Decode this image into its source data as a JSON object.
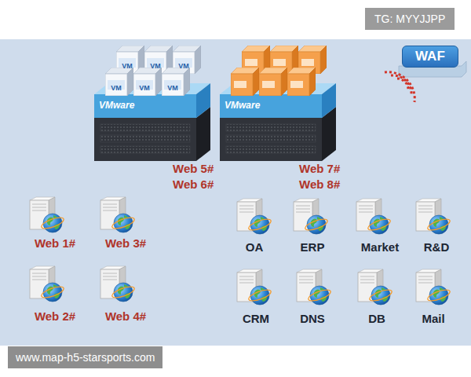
{
  "diagram": {
    "nodes": [
      {
        "text": [
          "TG: MYYJJPP"
        ]
      },
      {
        "text": [
          "WAF"
        ]
      },
      {
        "text": [
          "VMware"
        ]
      },
      {
        "text": [
          "VMware"
        ]
      },
      {
        "text": [
          "www.map-h5-starsports.com"
        ]
      }
    ],
    "labels": [
      "VM",
      "VM",
      "VM",
      "VM",
      "VM",
      "VM",
      "Web 5#",
      "Web 6#",
      "Web 7#",
      "Web 8#",
      "Web 1#",
      "Web 3#",
      "OA",
      "ERP",
      "Market",
      "R&D",
      "Web 2#",
      "Web 4#",
      "CRM",
      "DNS",
      "DB",
      "Mail"
    ]
  }
}
